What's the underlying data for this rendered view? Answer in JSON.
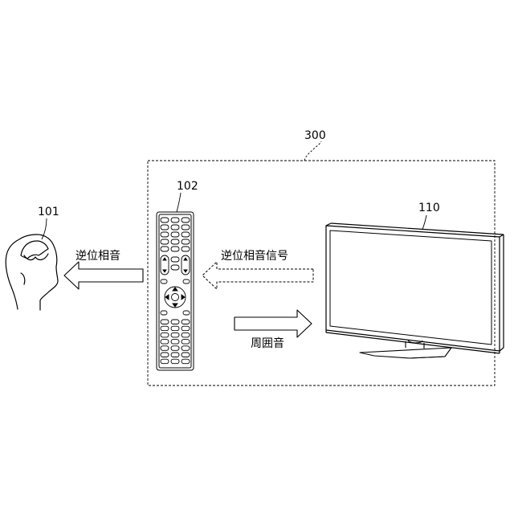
{
  "labels": {
    "system": "300",
    "listener": "101",
    "remote": "102",
    "tv": "110",
    "arrow_to_listener": "逆位相音",
    "arrow_signal": "逆位相音信号",
    "arrow_to_tv": "周囲音"
  },
  "colors": {
    "line": "#000000",
    "background": "#ffffff"
  }
}
